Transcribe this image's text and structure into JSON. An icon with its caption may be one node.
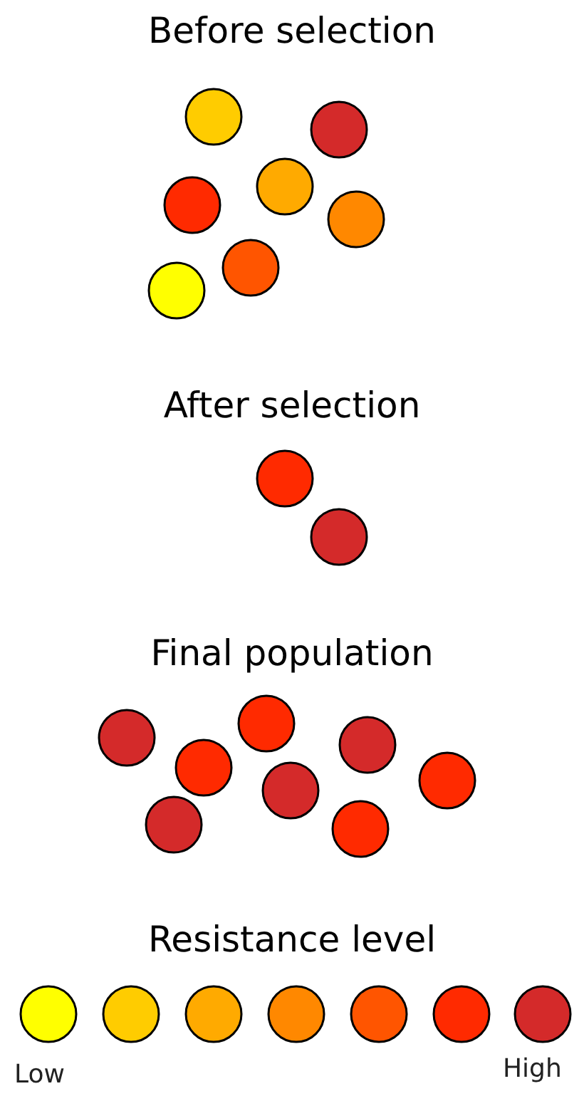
{
  "diagram": {
    "labels": [
      "Before selection",
      "After selection",
      "Final population",
      "Resistance level",
      "Low",
      "High"
    ]
  }
}
